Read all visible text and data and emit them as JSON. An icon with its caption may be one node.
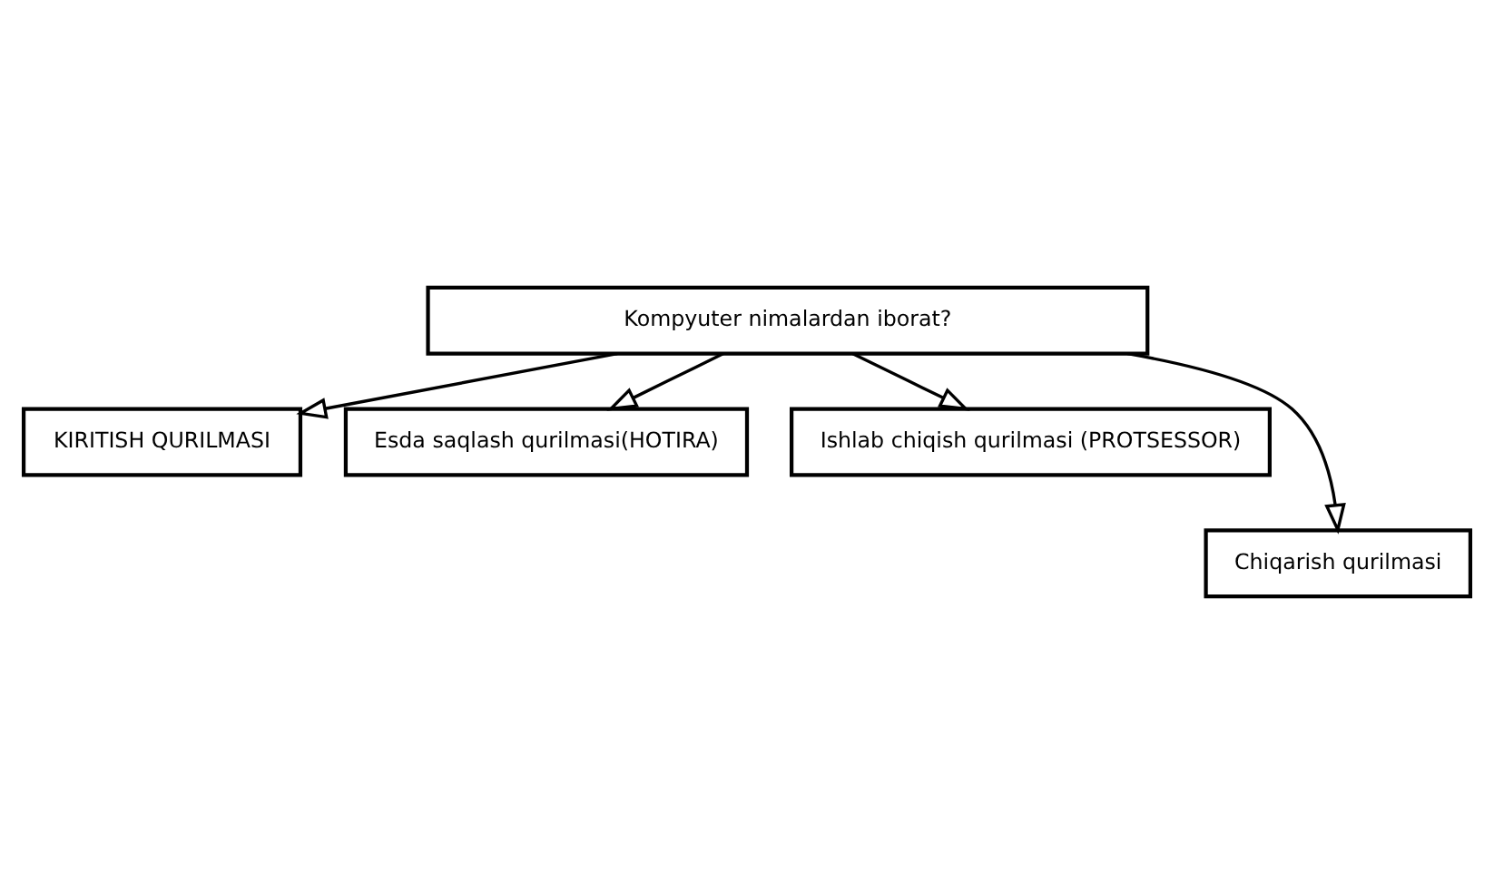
{
  "diagram": {
    "nodes": [
      {
        "text": [
          "Kompyuter nimalardan iborat?"
        ]
      },
      {
        "text": [
          "KIRITISH QURILMASI"
        ]
      },
      {
        "text": [
          "Esda saqlash qurilmasi(HOTIRA)"
        ]
      },
      {
        "text": [
          "Ishlab chiqish qurilmasi (PROTSESSOR)"
        ]
      },
      {
        "text": [
          "Chiqarish qurilmasi"
        ]
      }
    ],
    "edges": [
      {
        "from": 0,
        "to": 1,
        "arrow": "to"
      },
      {
        "from": 0,
        "to": 4,
        "arrow": "to"
      },
      {
        "from": 0,
        "to": 2,
        "arrow": "to"
      },
      {
        "from": 0,
        "to": 3,
        "arrow": "to"
      }
    ]
  }
}
